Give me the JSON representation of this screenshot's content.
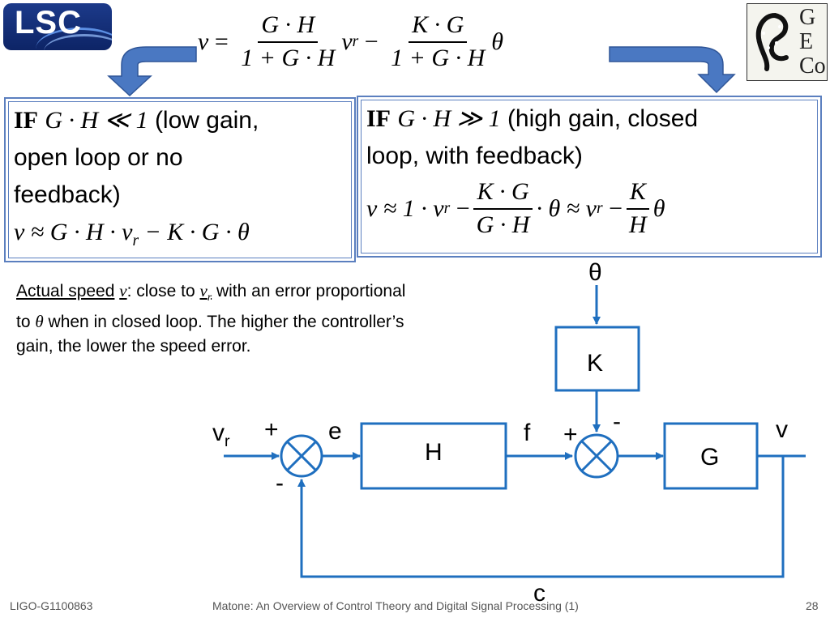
{
  "formula": {
    "lhs": "v",
    "term1_num": "G · H",
    "term1_den": "1 + G · H",
    "term1_var": "v",
    "term1_sub": "r",
    "term2_num": "K · G",
    "term2_den": "1 + G · H",
    "term2_var": "θ"
  },
  "low_gain": {
    "if": "IF",
    "cond": "G · H ≪ 1",
    "desc1": "(low gain,",
    "desc2": "open loop or no",
    "desc3": "feedback)",
    "formula": "v ≈ G · H · v",
    "formula_sub": "r",
    "formula_tail": " − K · G · θ"
  },
  "high_gain": {
    "if": "IF",
    "cond": "G · H ≫ 1",
    "desc1": "(high gain, closed",
    "desc2": "loop, with feedback)",
    "f_lead": "v ≈ 1 · v",
    "f_sub": "r",
    "f_minus": "−",
    "frac1_num": "K · G",
    "frac1_den": "G · H",
    "f_mid": "· θ ≈ v",
    "f_sub2": "r",
    "f_minus2": "−",
    "frac2_num": "K",
    "frac2_den": "H",
    "f_tail": "θ"
  },
  "description": {
    "label": "Actual speed",
    "var_v": "v",
    "text1": ": close to",
    "var_vr": "v",
    "var_vr_sub": "r",
    "text2": "with an error proportional",
    "text3": "to",
    "var_theta": "θ",
    "text4": "when in closed loop. The higher the controller’s",
    "text5": "gain, the lower the speed error."
  },
  "diagram": {
    "input_label": "v",
    "input_sub": "r",
    "plus1": "+",
    "minus1": "-",
    "e_label": "e",
    "block_h": "H",
    "f_label": "f",
    "plus2": "+",
    "minus2": "-",
    "theta_label": "θ",
    "block_k": "K",
    "block_g": "G",
    "output_label": "v",
    "feedback_label": "c"
  },
  "colors": {
    "diagram_blue": "#1f6fbf",
    "arrow_blue": "#4a78c2",
    "box_border": "#5b7fbf"
  },
  "footer": {
    "left": "LIGO-G1100863",
    "center": "Matone: An Overview of Control Theory and Digital Signal Processing (1)",
    "page": "28"
  },
  "logos": {
    "lsc": "LSC",
    "geco": [
      "G",
      "E",
      "Co"
    ]
  }
}
